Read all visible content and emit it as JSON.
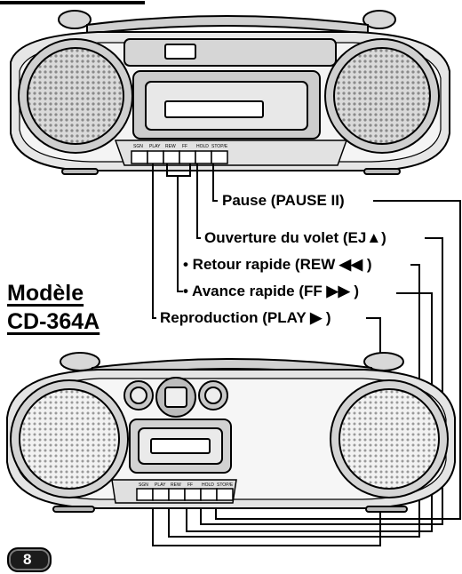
{
  "model": {
    "line1": "Modèle",
    "line2": "CD-364A"
  },
  "labels": {
    "pause": "Pause (PAUSE ",
    "pause_symbol": "II",
    "pause_end": ")",
    "eject": "Ouverture du volet (EJ",
    "eject_symbol": "▲",
    "eject_end": ")",
    "rew": "• Retour rapide (REW ",
    "rew_symbol": "◀◀",
    "rew_end": " )",
    "ff": "• Avance rapide (FF ",
    "ff_symbol": "▶▶",
    "ff_end": " )",
    "play": "Reproduction (PLAY ",
    "play_symbol": "▶",
    "play_end": " )"
  },
  "page_number": "8",
  "button_legends": {
    "top": [
      "SGN",
      "PLAY",
      "REW",
      "FF",
      "HOLD",
      "STOP/E"
    ],
    "bottom": [
      "SGN",
      "PLAY",
      "REW",
      "FF",
      "HOLD",
      "STOP/E"
    ]
  }
}
